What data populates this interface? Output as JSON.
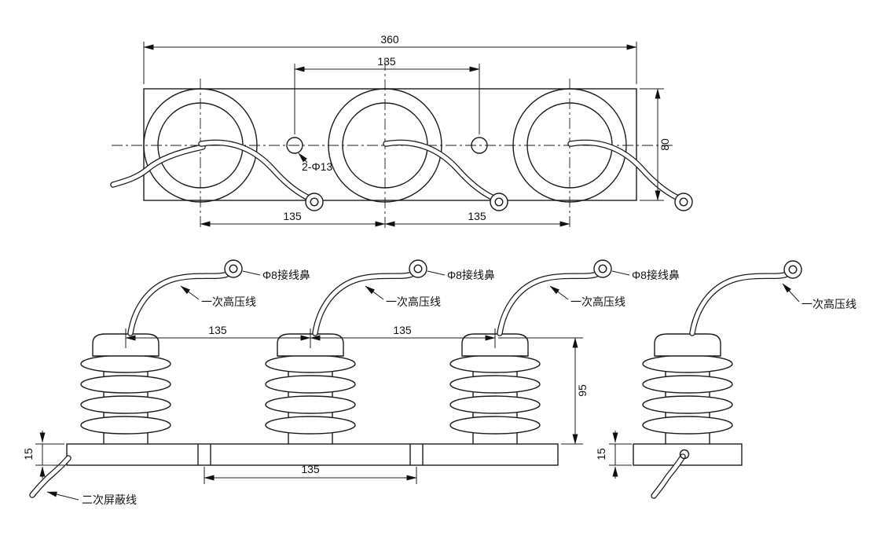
{
  "labels": {
    "terminal_lug": "Φ8接线鼻",
    "primary_hv_wire": "一次高压线",
    "secondary_shield_wire": "二次屏蔽线",
    "holes_callout": "2-Φ13"
  },
  "dimensions": {
    "top_total_width": "360",
    "top_hole_spacing": "135",
    "top_plate_height": "80",
    "top_pitch_left": "135",
    "top_pitch_right": "135",
    "front_pitch_left": "135",
    "front_pitch_right": "135",
    "front_height": "95",
    "front_base_thickness": "15",
    "front_base_hole_spacing": "135",
    "side_base_thickness": "15"
  }
}
